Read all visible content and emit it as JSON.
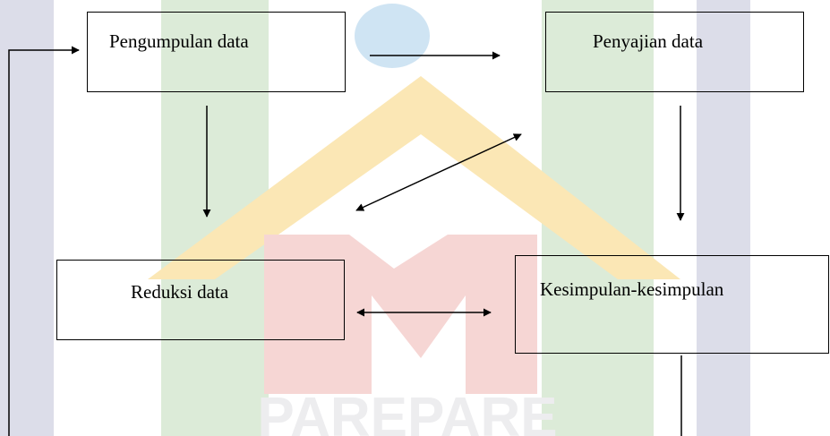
{
  "diagram": {
    "nodes": {
      "collection": {
        "label": "Pengumpulan data"
      },
      "display": {
        "label": "Penyajian data"
      },
      "reduction": {
        "label": "Reduksi data"
      },
      "conclusion": {
        "label": "Kesimpulan-kesimpulan"
      }
    },
    "edges": [
      {
        "from": "collection",
        "to": "display",
        "type": "arrow"
      },
      {
        "from": "collection",
        "to": "reduction",
        "type": "arrow"
      },
      {
        "from": "display",
        "to": "conclusion",
        "type": "arrow"
      },
      {
        "from": "display",
        "to": "reduction",
        "type": "double-arrow"
      },
      {
        "from": "reduction",
        "to": "conclusion",
        "type": "double-arrow"
      },
      {
        "from": "conclusion",
        "to": "collection",
        "type": "feedback-loop"
      }
    ]
  },
  "watermark": {
    "text": "PAREPARE",
    "colors": {
      "stripe_blue": "#dcdde9",
      "stripe_green": "#dcebd8",
      "roof": "#fbe7b5",
      "gate": "#f6d6d4",
      "text": "#ededef"
    }
  }
}
